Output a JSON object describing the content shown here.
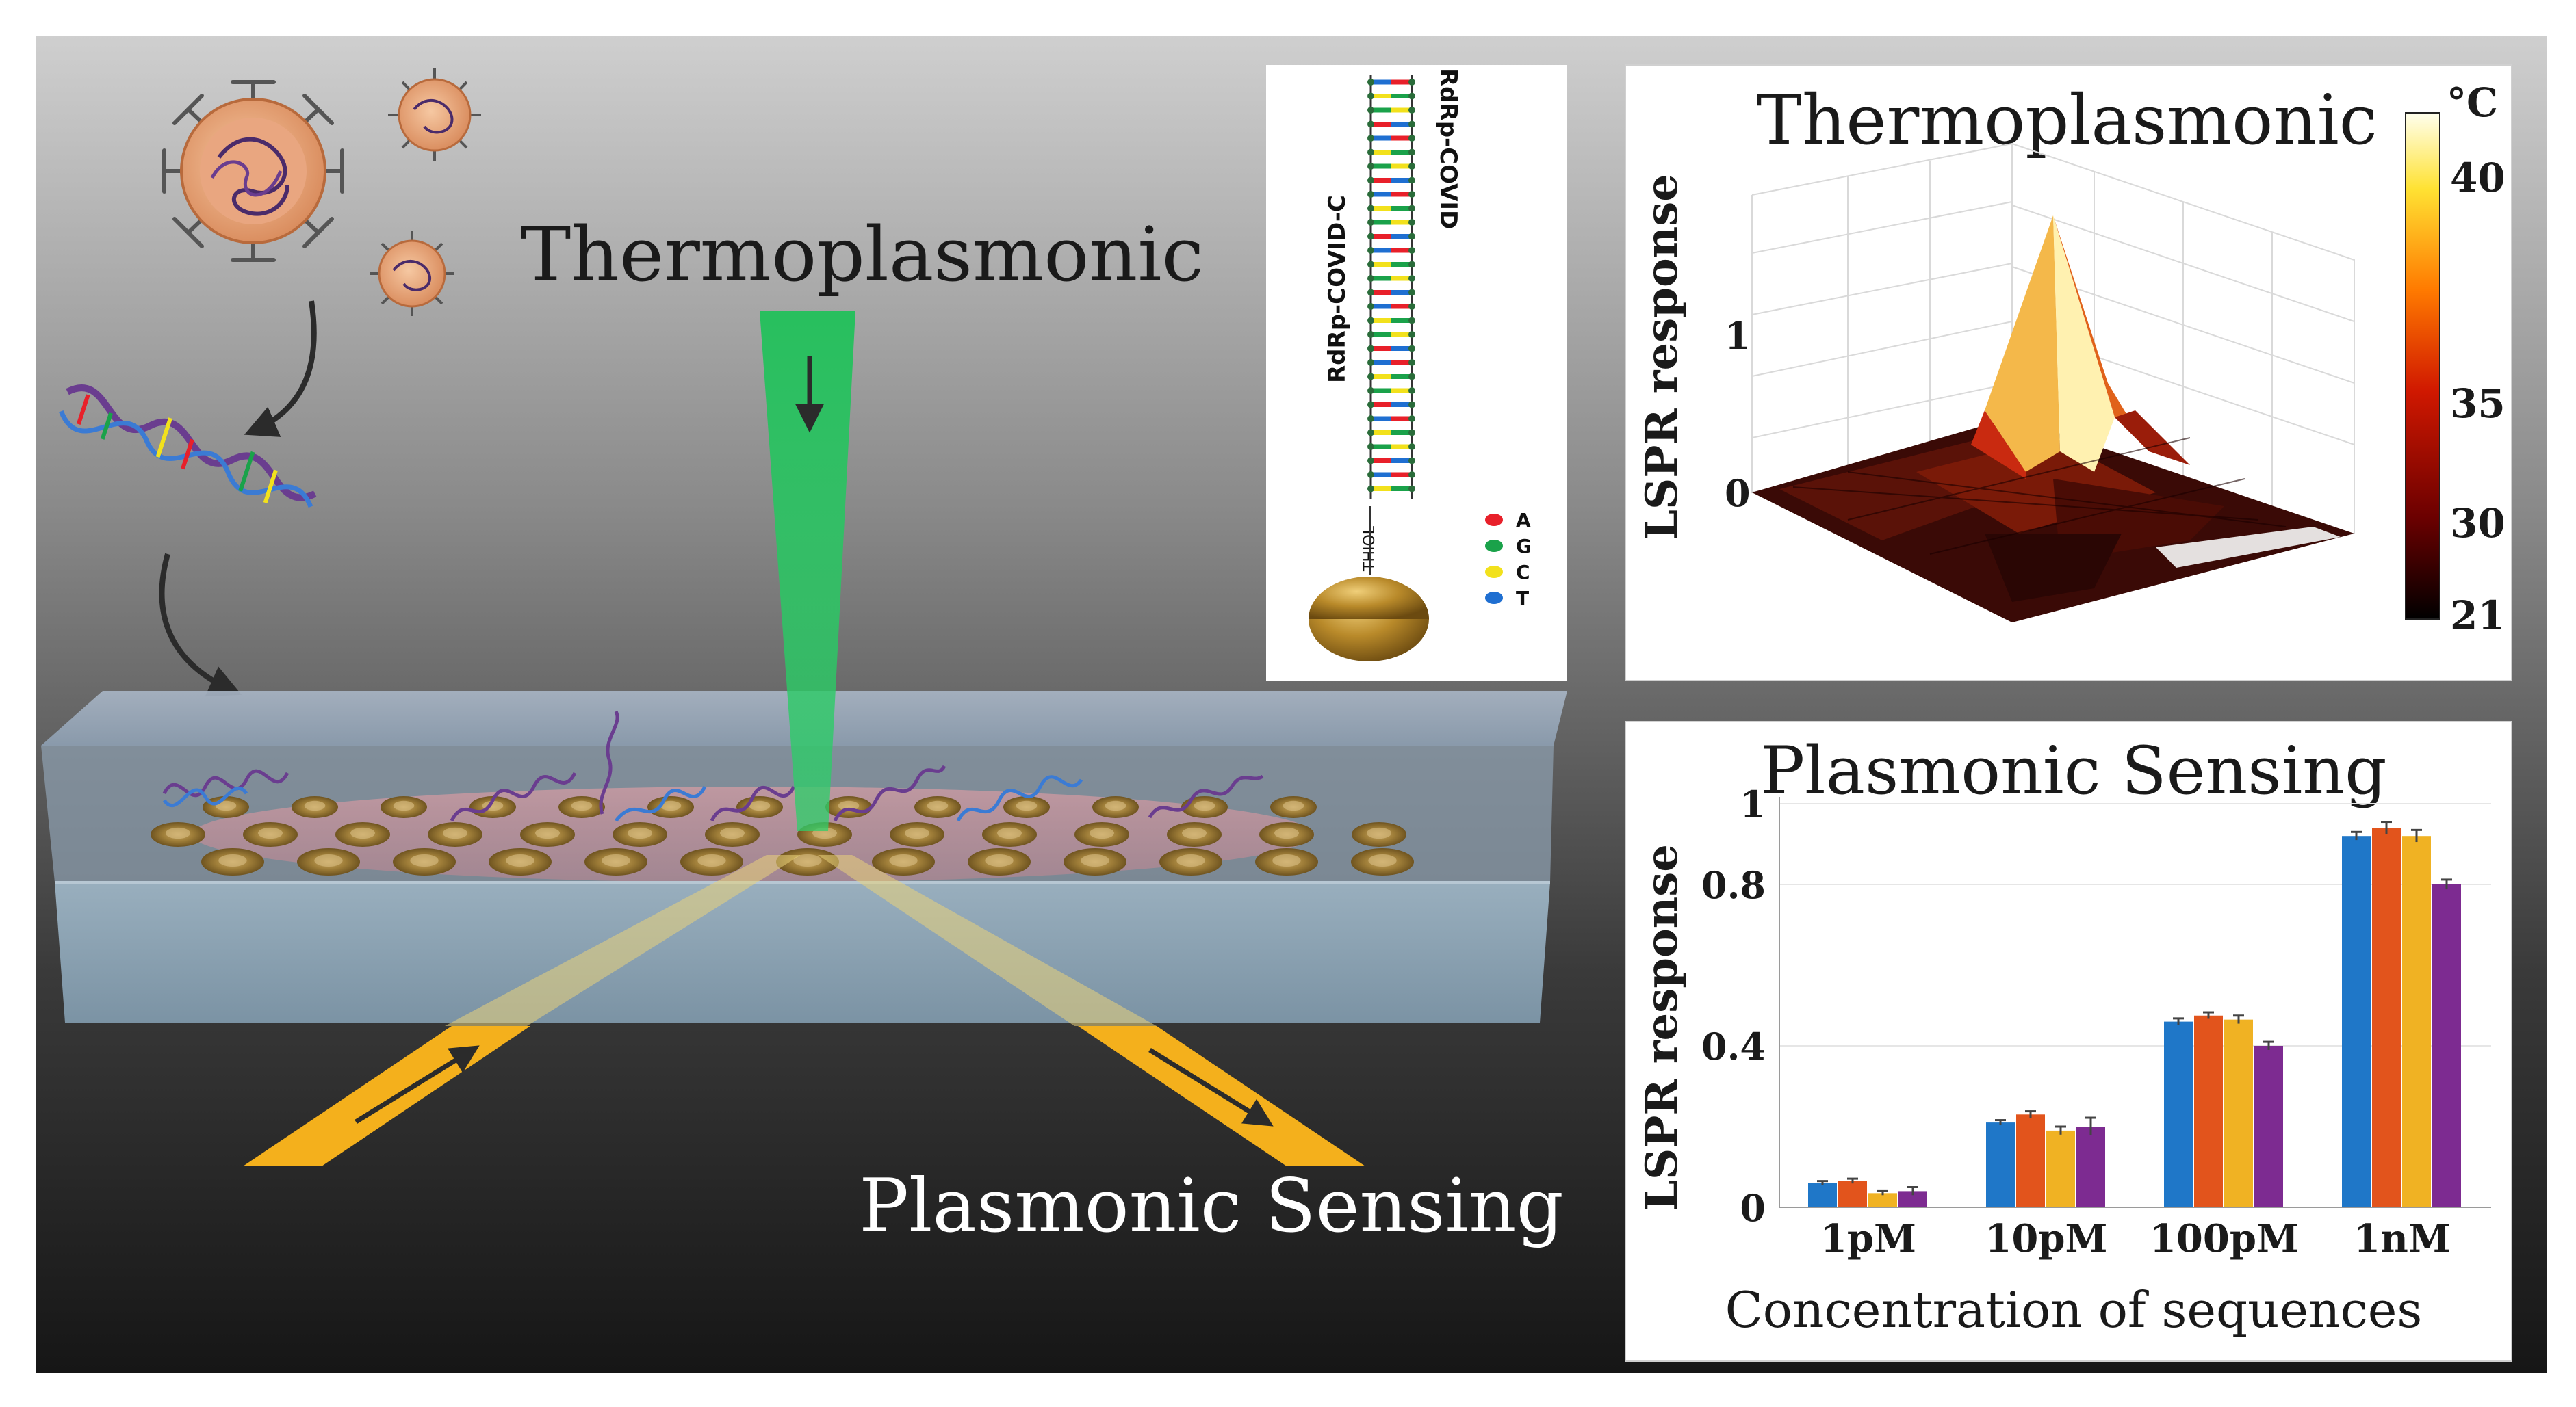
{
  "scene": {
    "title_top": "Thermoplasmonic",
    "title_bottom": "Plasmonic Sensing"
  },
  "dna_panel": {
    "strand_left": "RdRp-COVID-C",
    "strand_right": "RdRp-COVID",
    "thiol_label": "THIOL",
    "legend": [
      {
        "base": "A",
        "color": "#e8202a"
      },
      {
        "base": "G",
        "color": "#1aa24a"
      },
      {
        "base": "C",
        "color": "#f2e11c"
      },
      {
        "base": "T",
        "color": "#1f6fd1"
      }
    ]
  },
  "thermo_panel": {
    "title": "Thermoplasmonic",
    "ylabel": "LSPR response",
    "z_ticks": [
      "1",
      "0"
    ],
    "colorbar_unit": "°C",
    "colorbar_ticks": [
      "40",
      "35",
      "30",
      "21"
    ]
  },
  "chart_data": {
    "type": "bar",
    "title": "Plasmonic Sensing",
    "xlabel": "Concentration of sequences",
    "ylabel": "LSPR response",
    "ylim": [
      0,
      1
    ],
    "y_ticks": [
      "1",
      "0.8",
      "0.4",
      "0"
    ],
    "categories": [
      "1pM",
      "10pM",
      "100pM",
      "1nM"
    ],
    "series": [
      {
        "color": "#1f77c8",
        "values": [
          0.06,
          0.21,
          0.46,
          0.92
        ],
        "errors": [
          0.005,
          0.006,
          0.008,
          0.01
        ]
      },
      {
        "color": "#e2541c",
        "values": [
          0.065,
          0.23,
          0.475,
          0.94
        ],
        "errors": [
          0.006,
          0.008,
          0.008,
          0.015
        ]
      },
      {
        "color": "#f0b223",
        "values": [
          0.035,
          0.19,
          0.465,
          0.92
        ],
        "errors": [
          0.005,
          0.01,
          0.01,
          0.015
        ]
      },
      {
        "color": "#7d2b91",
        "values": [
          0.04,
          0.2,
          0.4,
          0.8
        ],
        "errors": [
          0.01,
          0.022,
          0.01,
          0.012
        ]
      }
    ]
  }
}
